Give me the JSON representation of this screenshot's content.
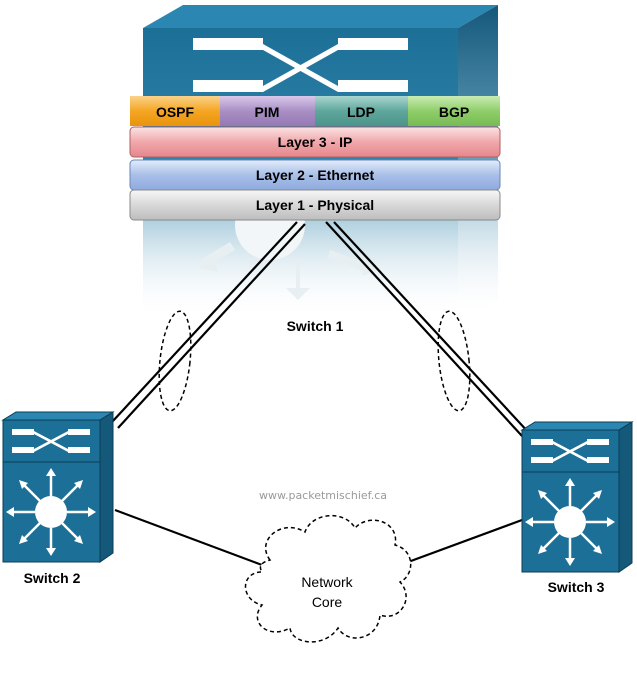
{
  "switch1": {
    "label": "Switch 1",
    "protocols": [
      {
        "label": "OSPF",
        "color": "#f5a623"
      },
      {
        "label": "PIM",
        "color": "#a98fc4"
      },
      {
        "label": "LDP",
        "color": "#5fa79d"
      },
      {
        "label": "BGP",
        "color": "#8fce6a"
      }
    ],
    "layers": [
      {
        "label": "Layer 3 - IP",
        "color": "#f0a7ab"
      },
      {
        "label": "Layer 2 - Ethernet",
        "color": "#a9bfe8"
      },
      {
        "label": "Layer 1 - Physical",
        "color": "#d8d8d8"
      }
    ]
  },
  "switch2": {
    "label": "Switch 2"
  },
  "switch3": {
    "label": "Switch 3"
  },
  "cloud": {
    "line1": "Network",
    "line2": "Core"
  },
  "watermark": "www.packetmischief.ca",
  "colors": {
    "switch_body": "#1c6f96",
    "switch_top": "#2b87b1",
    "switch_side": "#14587a"
  }
}
